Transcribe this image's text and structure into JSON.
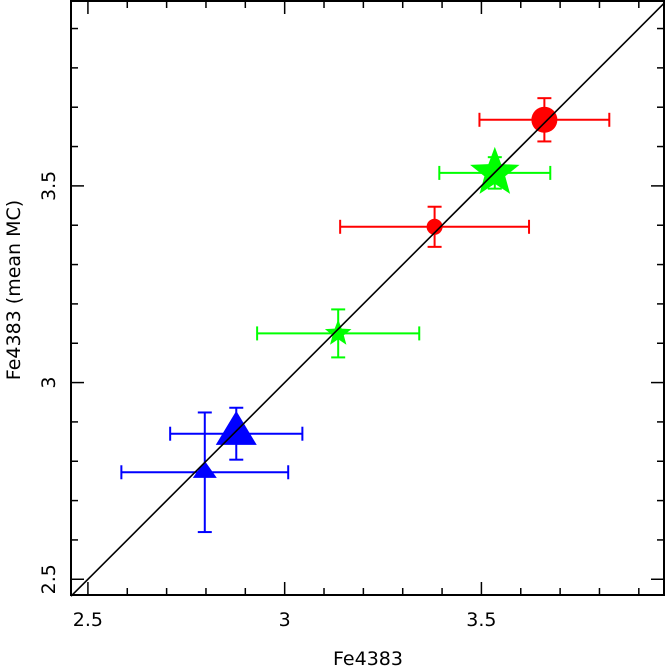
{
  "chart_data": {
    "type": "scatter",
    "title": "",
    "xlabel": "Fe4383",
    "ylabel": "Fe4383 (mean MC)",
    "xlim": [
      2.457,
      3.964
    ],
    "ylim": [
      2.46,
      3.97
    ],
    "x_major_ticks": [
      2.5,
      3,
      3.5
    ],
    "x_tick_labels": [
      "2.5",
      "3",
      "3.5"
    ],
    "y_major_ticks": [
      2.5,
      3,
      3.5
    ],
    "y_tick_labels": [
      "2.5",
      "3",
      "3.5"
    ],
    "minor_tick_step": 0.1,
    "grid": false,
    "legend": null,
    "reference_line": {
      "type": "y=x",
      "color": "#000000"
    },
    "series": [
      {
        "name": "red-circles",
        "marker": "circle",
        "color": "#ff0000",
        "points": [
          {
            "x": 3.66,
            "y": 3.668,
            "xerr": 0.165,
            "yerr": 0.055,
            "size": "large"
          },
          {
            "x": 3.381,
            "y": 3.396,
            "xerr": 0.24,
            "yerr": 0.051,
            "size": "small"
          }
        ]
      },
      {
        "name": "green-stars",
        "marker": "star",
        "color": "#00ff00",
        "points": [
          {
            "x": 3.534,
            "y": 3.533,
            "xerr": 0.141,
            "yerr": 0.04,
            "size": "large"
          },
          {
            "x": 3.136,
            "y": 3.125,
            "xerr": 0.206,
            "yerr": 0.061,
            "size": "small"
          }
        ]
      },
      {
        "name": "blue-triangles",
        "marker": "triangle",
        "color": "#0000ff",
        "points": [
          {
            "x": 2.877,
            "y": 2.87,
            "xerr": 0.168,
            "yerr": 0.066,
            "size": "large"
          },
          {
            "x": 2.797,
            "y": 2.772,
            "xerr": 0.212,
            "yerr": 0.152,
            "size": "small"
          }
        ]
      }
    ]
  }
}
